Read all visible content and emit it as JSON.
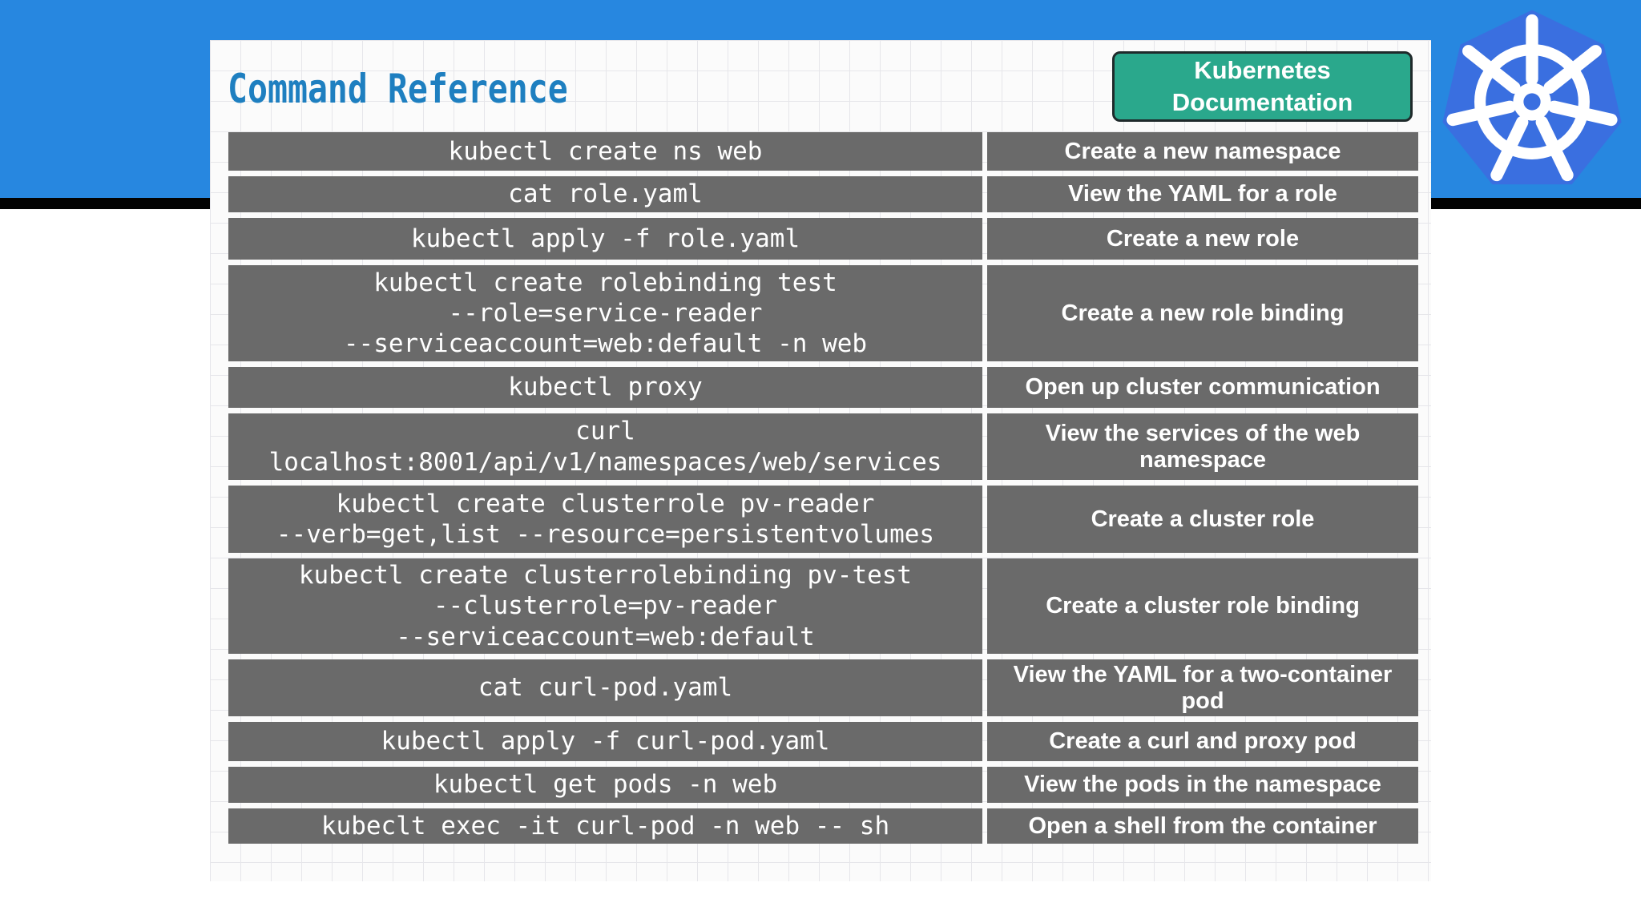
{
  "header": {
    "title": "Command Reference",
    "doc_button_label": "Kubernetes Documentation",
    "logo": "kubernetes-ship-wheel"
  },
  "theme": {
    "band_blue": "#2787e0",
    "logo_blue": "#3a6fe0",
    "title_blue": "#1e7fc0",
    "button_green": "#2aa88c",
    "cell_gray": "#6a6a6a"
  },
  "table": {
    "columns": [
      "command",
      "description"
    ],
    "rows": [
      {
        "command": "kubectl create ns web",
        "description": "Create a new namespace"
      },
      {
        "command": "cat role.yaml",
        "description": "View the YAML for a role"
      },
      {
        "command": "kubectl apply -f role.yaml",
        "description": "Create a new role"
      },
      {
        "command": "kubectl create rolebinding test\n--role=service-reader\n--serviceaccount=web:default -n web",
        "description": "Create a new role binding"
      },
      {
        "command": "kubectl proxy",
        "description": "Open up cluster communication"
      },
      {
        "command": "curl\nlocalhost:8001/api/v1/namespaces/web/services",
        "description": "View the services of the web namespace"
      },
      {
        "command": "kubectl create clusterrole pv-reader\n--verb=get,list --resource=persistentvolumes",
        "description": "Create a cluster role"
      },
      {
        "command": "kubectl create clusterrolebinding pv-test\n--clusterrole=pv-reader\n--serviceaccount=web:default",
        "description": "Create a cluster role binding"
      },
      {
        "command": "cat curl-pod.yaml",
        "description": "View the YAML for a two-container pod"
      },
      {
        "command": "kubectl apply -f curl-pod.yaml",
        "description": "Create a curl and proxy pod"
      },
      {
        "command": "kubectl get pods -n web",
        "description": "View the pods in the namespace"
      },
      {
        "command": "kubeclt exec -it curl-pod -n web -- sh",
        "description": "Open a shell from the container"
      }
    ]
  }
}
